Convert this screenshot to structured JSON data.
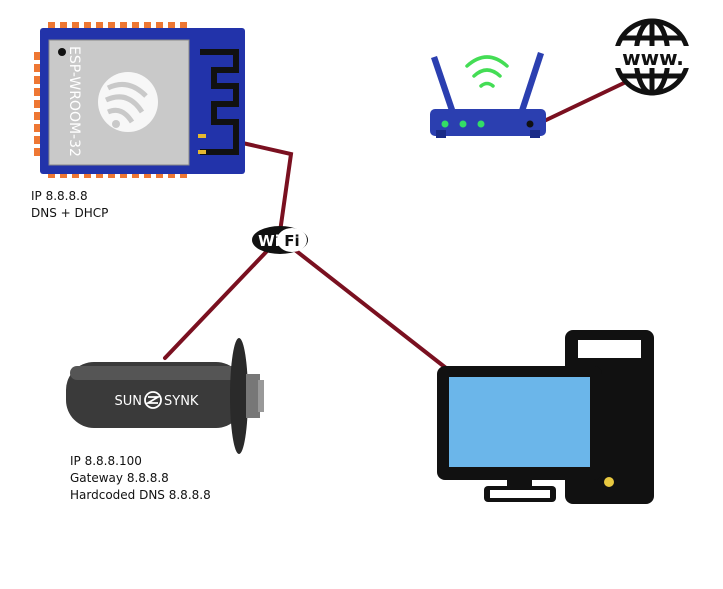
{
  "esp32": {
    "module_text": "ESP-WROOM-32",
    "ip_line": "IP 8.8.8.8",
    "role_line": "DNS + DHCP"
  },
  "wifi_badge": {
    "left": "Wi",
    "right": "Fi"
  },
  "router": {
    "icon": "router-icon"
  },
  "internet": {
    "label": "www.",
    "icon": "globe-icon"
  },
  "sunsynk": {
    "brand_left": "SUN",
    "brand_right": "SYNK",
    "ip_line": "IP 8.8.8.100",
    "gateway_line": "Gateway 8.8.8.8",
    "dns_line": "Hardcoded DNS 8.8.8.8"
  },
  "computer": {
    "icon": "desktop-computer-icon"
  },
  "colors": {
    "link": "#7a1020",
    "esp_board": "#2233aa",
    "esp_pins": "#ee7733",
    "router_body": "#2b3fb0",
    "router_leds": "#33dd66",
    "router_signal": "#44dd55",
    "monitor_screen": "#6bb6ea",
    "dongle": "#3a3a3a"
  }
}
